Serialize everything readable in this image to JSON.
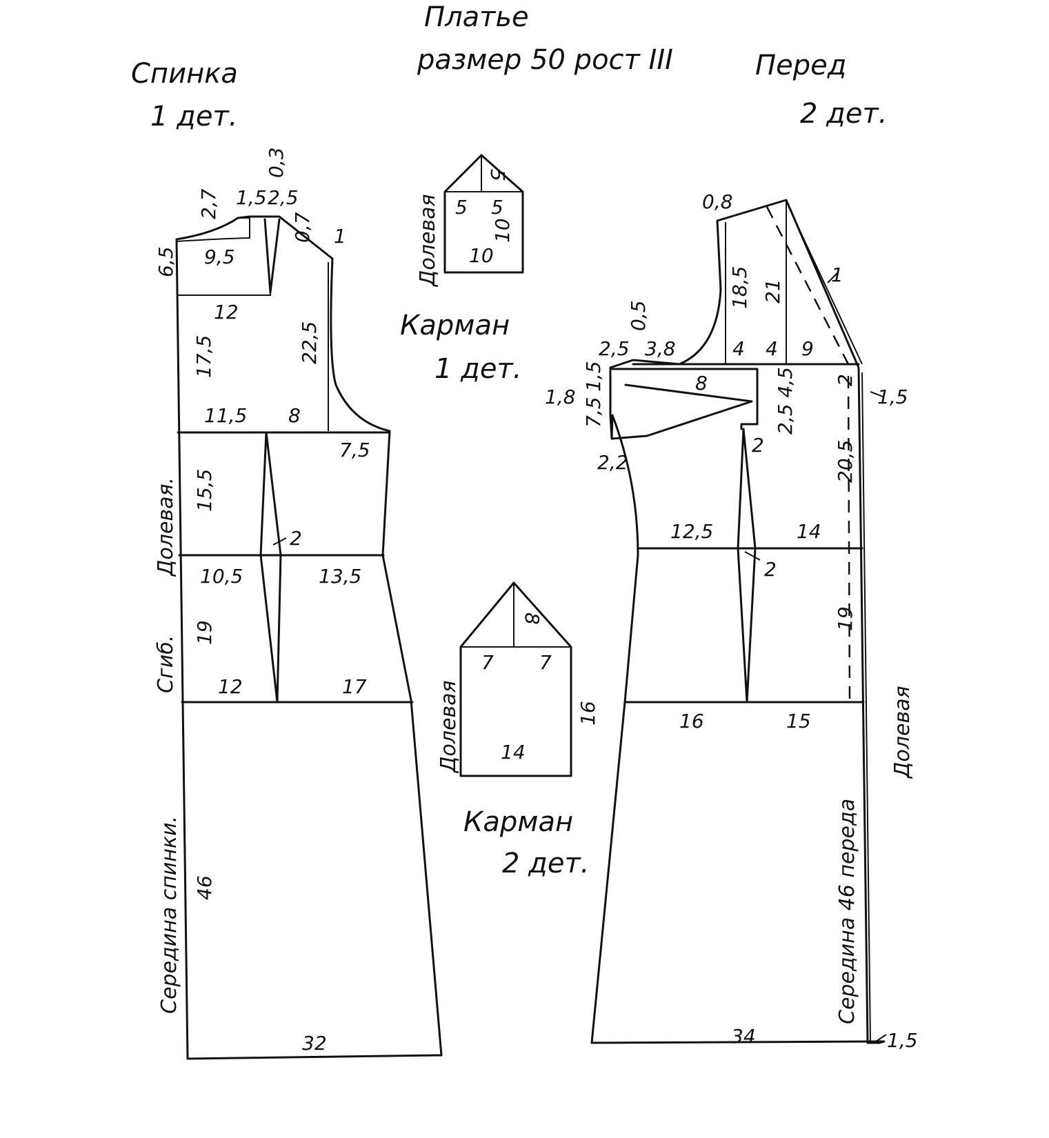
{
  "title": "Платье",
  "subtitle": "размер 50 рост III",
  "back": {
    "name": "Спинка",
    "count": "1 дет."
  },
  "front": {
    "name": "Перед",
    "count": "2 дет."
  },
  "pocket1": {
    "name": "Карман",
    "count": "1 дет.",
    "grain": "Долевая"
  },
  "pocket2": {
    "name": "Карман",
    "count": "2 дет.",
    "grain": "Долевая"
  },
  "back_labels": {
    "grain": "Долевая.",
    "fold": "Сгиб.",
    "center": "Середина спинки."
  },
  "front_labels": {
    "grain": "Долевая",
    "center": "Середина 46 переда"
  },
  "back_dims": {
    "d27": "2,7",
    "d15": "1,5",
    "d25": "2,5",
    "d03": "0,3",
    "d07": "0,7",
    "d1": "1",
    "d65": "6,5",
    "d95": "9,5",
    "d12a": "12",
    "d175": "17,5",
    "d225": "22,5",
    "d115": "11,5",
    "d8": "8",
    "d75": "7,5",
    "d155": "15,5",
    "d2": "2",
    "d105": "10,5",
    "d135": "13,5",
    "d19": "19",
    "d12b": "12",
    "d17": "17",
    "d46": "46",
    "d32": "32"
  },
  "pocket1_dims": {
    "a": "5",
    "b": "5",
    "c": "5",
    "d": "10",
    "e": "10"
  },
  "pocket2_dims": {
    "a": "8",
    "b": "7",
    "c": "7",
    "d": "16",
    "e": "14"
  },
  "front_dims": {
    "d08": "0,8",
    "d1": "1",
    "d185": "18,5",
    "d21": "21",
    "d05": "0,5",
    "d25": "2,5",
    "d38": "3,8",
    "d4a": "4",
    "d4b": "4",
    "d9": "9",
    "d15a": "1,5",
    "d8": "8",
    "d18": "1,8",
    "d75": "7,5",
    "d2a": "2",
    "d15b": "1,5",
    "d2545": "2,5 4,5",
    "d2b": "2",
    "d22": "2,2",
    "d205": "20,5",
    "d125": "12,5",
    "d14": "14",
    "d2c": "2",
    "d19": "19",
    "d16": "16",
    "d15": "15",
    "d34": "34",
    "d15c": "1,5"
  }
}
